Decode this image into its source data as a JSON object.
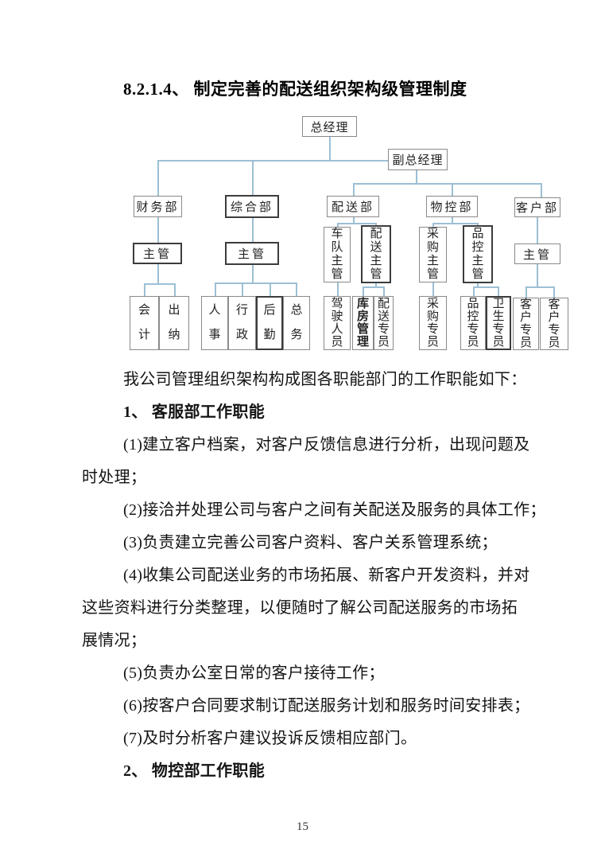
{
  "title": "8.2.1.4、 制定完善的配送组织架构级管理制度",
  "org_chart": {
    "gm": "总经理",
    "dgm": "副总经理",
    "depts": {
      "finance": "财务部",
      "general": "综合部",
      "delivery": "配送部",
      "control": "物控部",
      "customer": "客户部"
    },
    "sups": {
      "finance": "主管",
      "general": "主管",
      "fleet": "车队主管",
      "delivery": "配送主管",
      "purchase": "采购主管",
      "quality": "品控主管",
      "customer": "主管"
    },
    "staff": {
      "accounting": "会计",
      "cashier": "出纳",
      "hr": "人事",
      "admin": "行政",
      "logistics": "后勤",
      "general_affairs": "总务",
      "driver": "驾驶人员",
      "warehouse": "库房管理",
      "delivery_clerk": "配送专员",
      "purchase_clerk": "采购专员",
      "quality_clerk": "品控专员",
      "hygiene_clerk": "卫生专员",
      "customer_clerk_1": "客户专员",
      "customer_clerk_2": "客户专员"
    }
  },
  "body": {
    "lines": [
      {
        "text": "我公司管理组织架构构成图各职能部门的工作职能如下："
      },
      {
        "text": "1、 客服部工作职能"
      },
      {
        "text": "(1)建立客户档案，对客户反馈信息进行分析，出现问题及"
      },
      {
        "text": "时处理；"
      },
      {
        "text": "(2)接洽并处理公司与客户之间有关配送及服务的具体工作；"
      },
      {
        "text": "(3)负责建立完善公司客户资料、客户关系管理系统；"
      },
      {
        "text": "(4)收集公司配送业务的市场拓展、新客户开发资料，并对"
      },
      {
        "text": "这些资料进行分类整理，以便随时了解公司配送服务的市场拓"
      },
      {
        "text": "展情况；"
      },
      {
        "text": "(5)负责办公室日常的客户接待工作；"
      },
      {
        "text": "(6)按客户合同要求制订配送服务计划和服务时间安排表；"
      },
      {
        "text": "(7)及时分析客户建议投诉反馈相应部门。"
      },
      {
        "text": "2、 物控部工作职能"
      }
    ]
  },
  "page_number": "15"
}
